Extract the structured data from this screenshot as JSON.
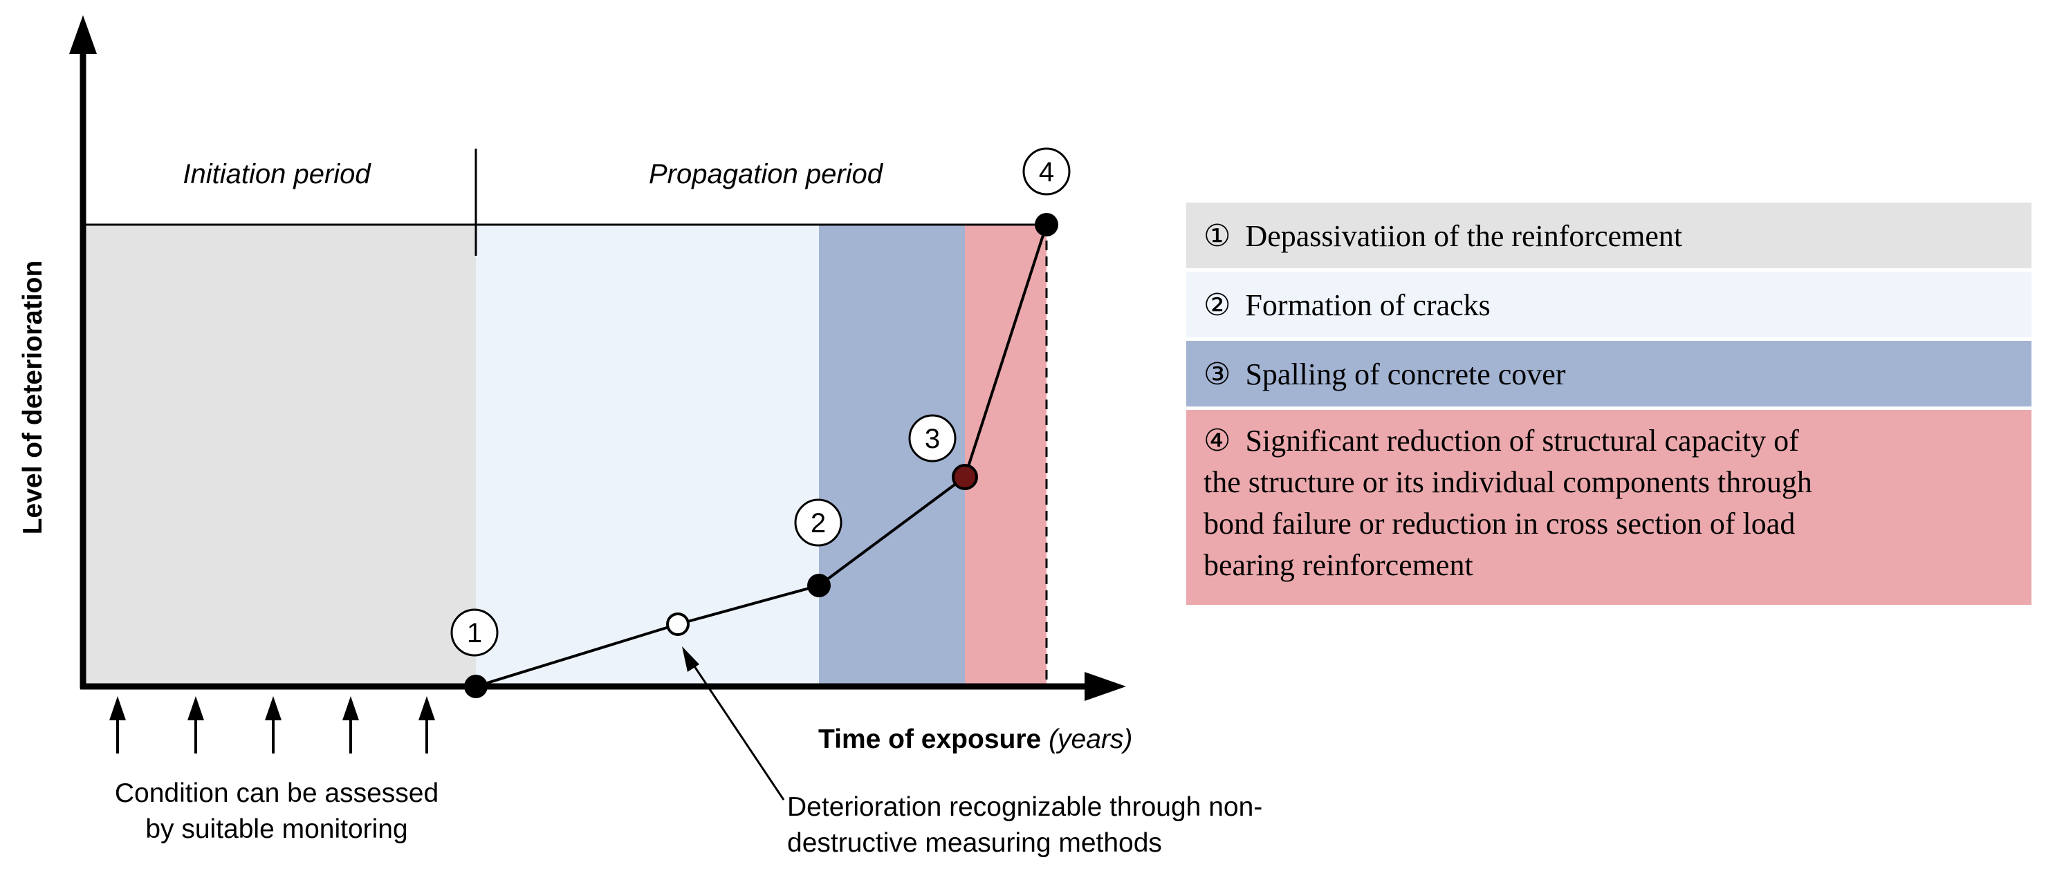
{
  "colors": {
    "initiation": "#e3e3e3",
    "cracks": "#edf3fb",
    "spalling": "#a3b3d2",
    "capacity": "#eba9ad",
    "legend_1": "#e3e3e3",
    "legend_2": "#f0f5fc",
    "legend_3": "#a3b3d2",
    "legend_4": "#eba9ad",
    "point_3": "#6d1414"
  },
  "periods": {
    "initiation": "Initiation period",
    "propagation": "Propagation period"
  },
  "axes": {
    "y_label": "Level of deterioration",
    "x_label_main": "Time of exposure",
    "x_label_unit": "(years)"
  },
  "stages": [
    {
      "number": "1"
    },
    {
      "number": "2"
    },
    {
      "number": "3"
    },
    {
      "number": "4"
    }
  ],
  "annotations": {
    "monitoring_line1": "Condition can be assessed",
    "monitoring_line2": "by suitable monitoring",
    "ndt_line1": "Deterioration recognizable through non-",
    "ndt_line2": "destructive measuring methods"
  },
  "legend": [
    {
      "marker": "①",
      "lines": [
        "Depassivatiion of the reinforcement"
      ]
    },
    {
      "marker": "②",
      "lines": [
        "Formation of cracks"
      ]
    },
    {
      "marker": "③",
      "lines": [
        "Spalling of concrete cover"
      ]
    },
    {
      "marker": "④",
      "lines": [
        "Significant reduction of structural capacity of",
        "the structure or its individual components through",
        "bond failure or reduction in cross section of load",
        "bearing reinforcement"
      ]
    }
  ]
}
